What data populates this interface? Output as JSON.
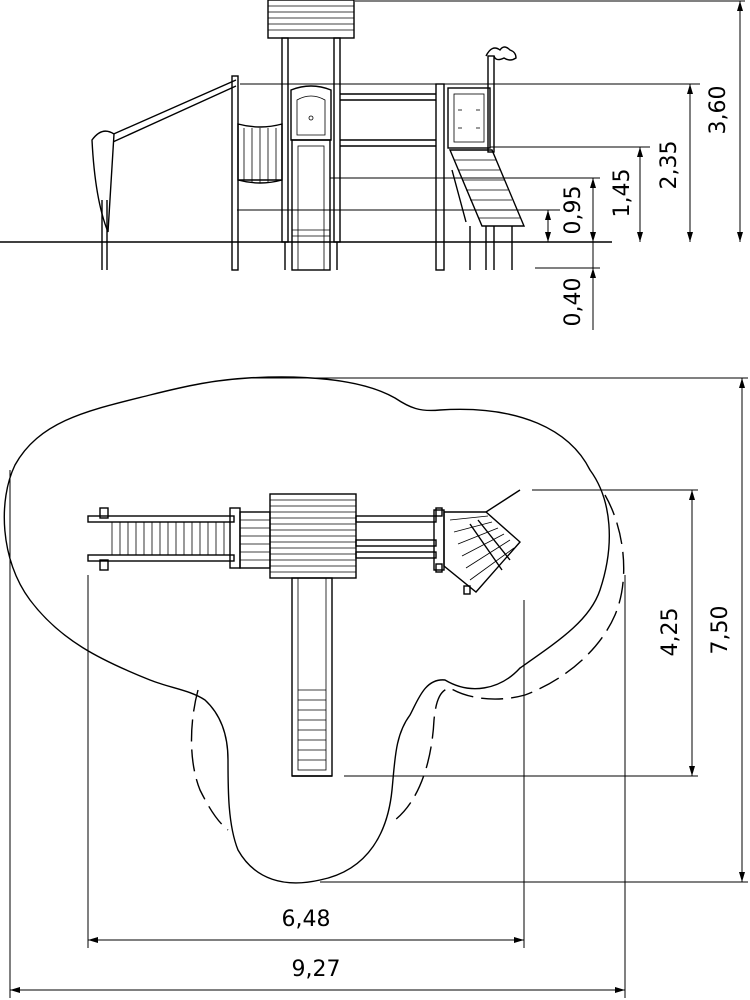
{
  "elevation": {
    "dimensions": {
      "total_height": "3,60",
      "tower_platform_height": "2,35",
      "upper_level_height": "1,45",
      "low_platform_height": "0,95",
      "foundation_depth": "0,40"
    }
  },
  "plan": {
    "dimensions": {
      "safety_area_depth": "7,50",
      "equipment_depth": "4,25",
      "equipment_width": "6,48",
      "safety_area_width": "9,27"
    }
  }
}
